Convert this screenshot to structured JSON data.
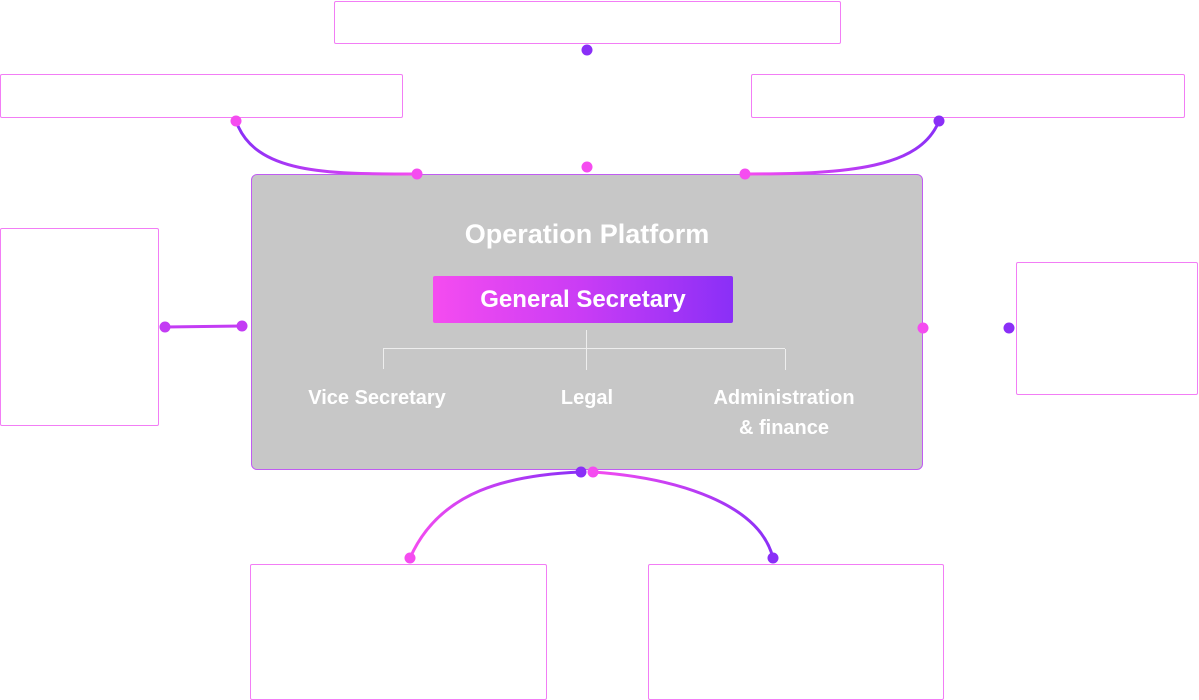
{
  "diagram": {
    "title": "Operation Platform",
    "head": "General Secretary",
    "departments": [
      {
        "label": "Vice Secretary"
      },
      {
        "label": "Legal"
      },
      {
        "label": "Administration\n& finance"
      }
    ],
    "outer_boxes": [
      {
        "name": "top-center-box",
        "label": ""
      },
      {
        "name": "top-left-box",
        "label": ""
      },
      {
        "name": "top-right-box",
        "label": ""
      },
      {
        "name": "left-box",
        "label": ""
      },
      {
        "name": "right-box",
        "label": ""
      },
      {
        "name": "bottom-left-box",
        "label": ""
      },
      {
        "name": "bottom-right-box",
        "label": ""
      }
    ],
    "colors": {
      "pink": "#f54cf0",
      "purple": "#8a2ff7",
      "panel": "#c7c7c7",
      "box_border": "#f27df5"
    }
  }
}
